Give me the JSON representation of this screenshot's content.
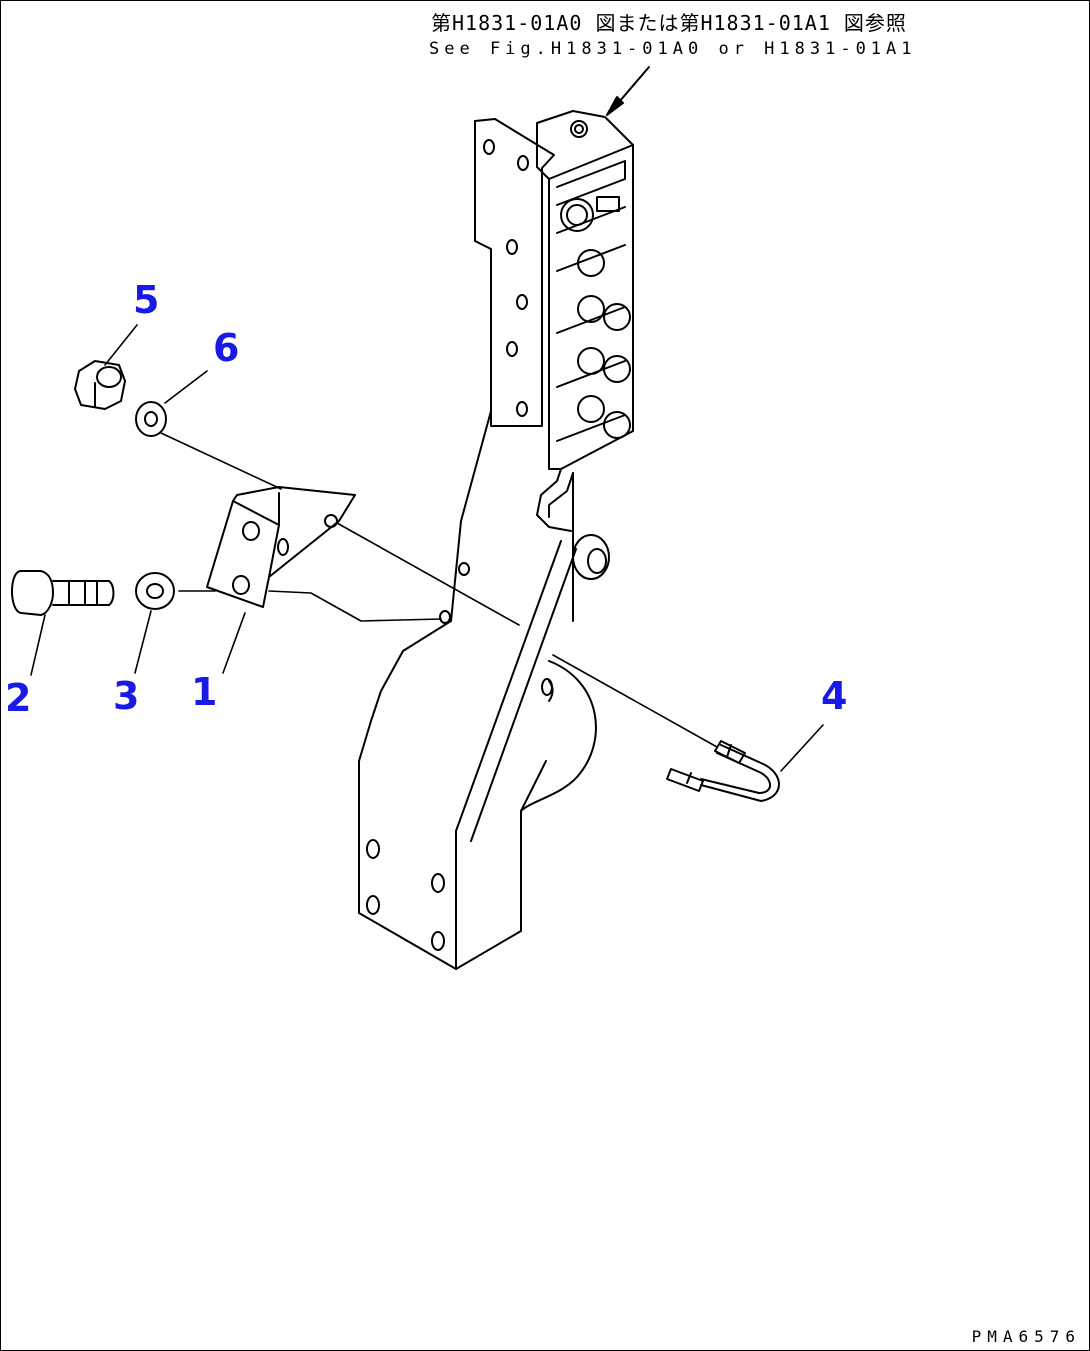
{
  "reference": {
    "japanese": "第H1831-01A0 図または第H1831-01A1 図参照",
    "english": "See Fig.H1831-01A0 or H1831-01A1"
  },
  "callouts": [
    "1",
    "2",
    "3",
    "4",
    "5",
    "6"
  ],
  "drawing_code": "PMA6576",
  "colors": {
    "line": "#000000",
    "callout": "#1a1ae6",
    "background": "#ffffff"
  }
}
